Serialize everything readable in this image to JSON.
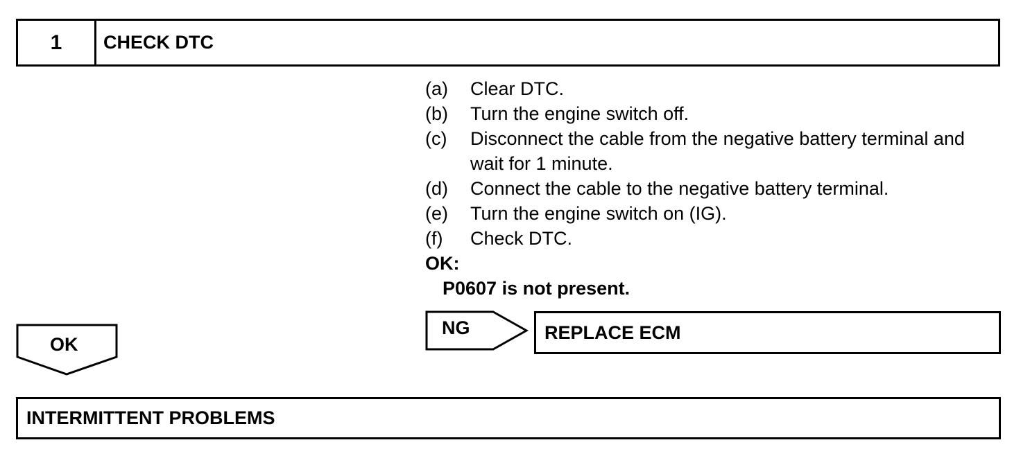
{
  "header": {
    "step_number": "1",
    "title": "CHECK DTC"
  },
  "instructions": [
    {
      "letter": "(a)",
      "text": "Clear DTC."
    },
    {
      "letter": "(b)",
      "text": "Turn the engine switch off."
    },
    {
      "letter": "(c)",
      "text": "Disconnect the cable from the negative battery terminal and wait for 1 minute."
    },
    {
      "letter": "(d)",
      "text": "Connect the cable to the negative battery terminal."
    },
    {
      "letter": "(e)",
      "text": "Turn the engine switch on (IG)."
    },
    {
      "letter": "(f)",
      "text": "Check DTC."
    }
  ],
  "ok_result": {
    "label": "OK:",
    "condition": "P0607 is not present."
  },
  "ng_branch": {
    "label": "NG",
    "action": "REPLACE ECM"
  },
  "ok_branch": {
    "label": "OK",
    "next": "INTERMITTENT PROBLEMS"
  }
}
